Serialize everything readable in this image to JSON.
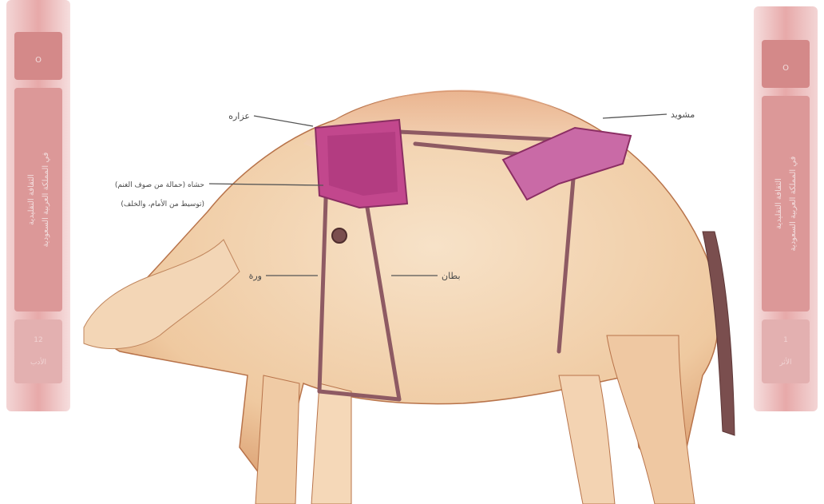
{
  "books": {
    "left": {
      "logo": "O",
      "volume": "12",
      "title_line1": "الثقافة التقليدية",
      "title_line2": "في المملكة العربية السعودية",
      "bottom_word": "الأدب"
    },
    "right": {
      "logo": "O",
      "volume": "1",
      "title_line1": "الثقافة التقليدية",
      "title_line2": "في المملكة العربية السعودية",
      "bottom_word": "الأثر"
    }
  },
  "labels": {
    "top_left": "عزاره",
    "top_right": "مشويد",
    "middle_left_1": "حشاه (حمالة من صوف الغنم)",
    "middle_left_2": "(توسيط من الأمام، والخلف)",
    "girth_left": "ورة",
    "girth_right": "بطان"
  },
  "colors": {
    "book_red": "#c86a6a",
    "saddle_pink": "#c2478d",
    "camel_tan": "#e8b98a",
    "strap": "#8e5a63"
  }
}
